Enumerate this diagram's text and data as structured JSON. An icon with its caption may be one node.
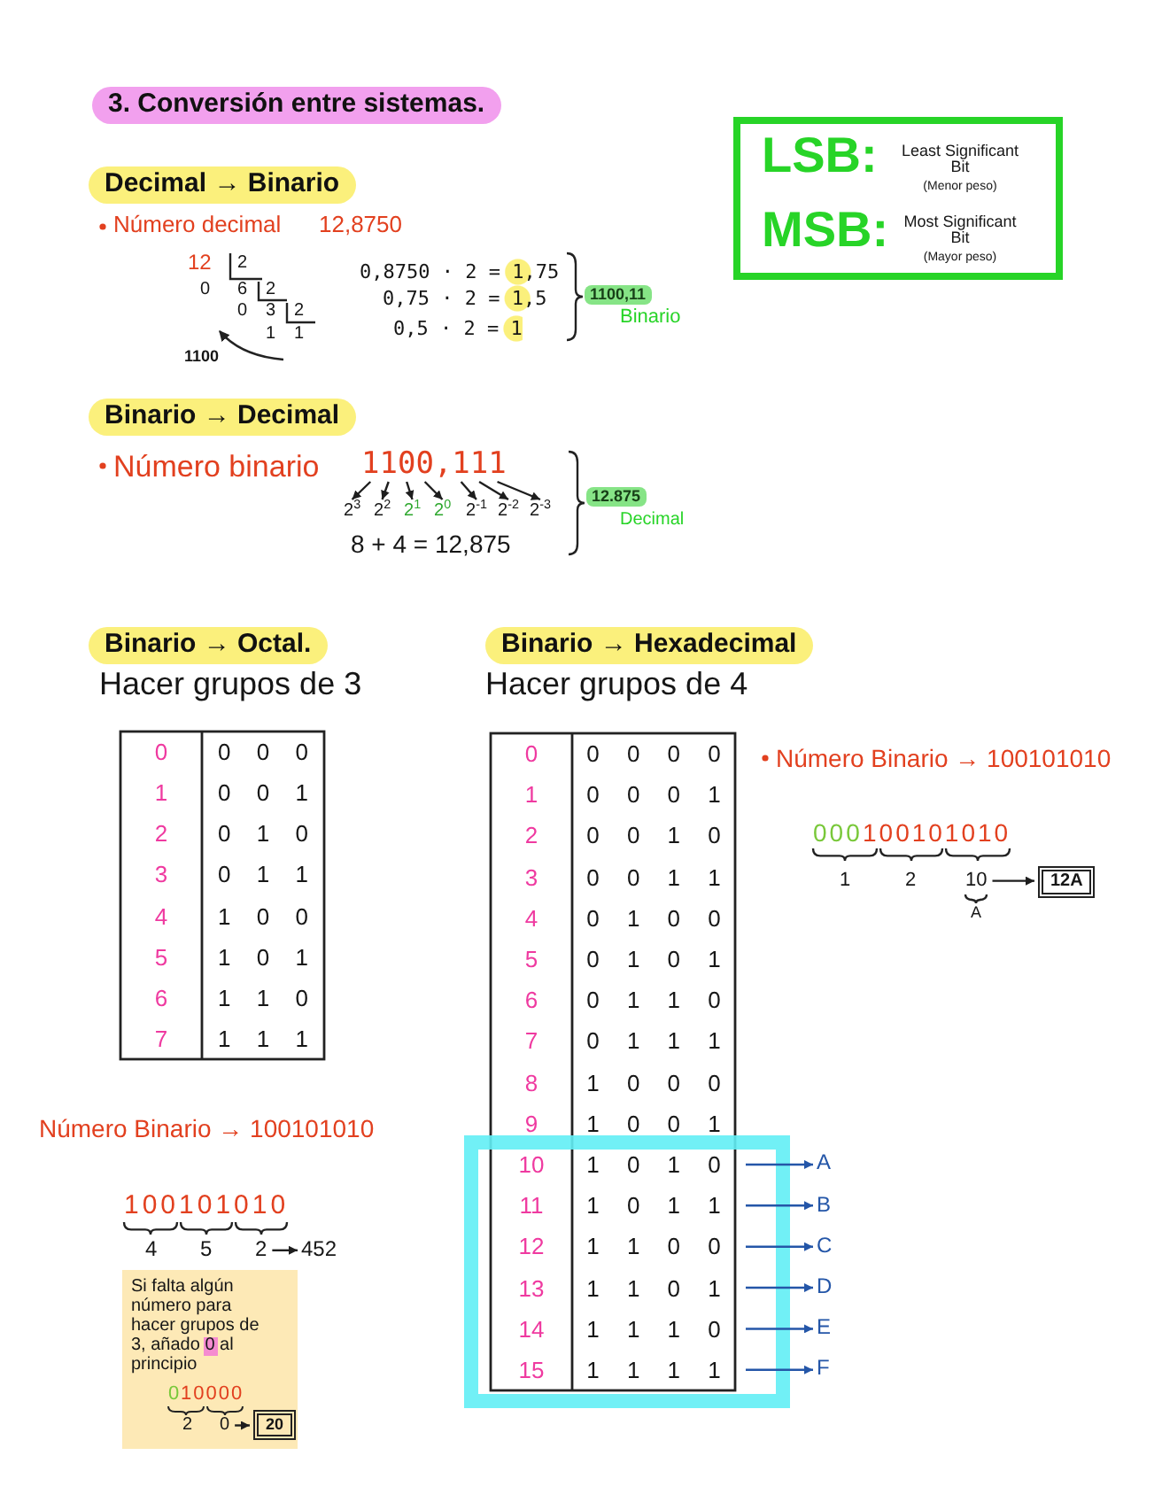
{
  "diagram": {
    "title": "3. Conversión entre sistemas.",
    "nodes": [
      {
        "text": [
          "LSB:",
          "Least Significant Bit",
          "(Menor peso)",
          "MSB:",
          "Most Significant Bit",
          "(Mayor peso)"
        ]
      },
      {
        "text": [
          "Decimal → Binario"
        ]
      },
      {
        "text": [
          "1100,11"
        ],
        "beside": [
          "Binario"
        ]
      },
      {
        "text": [
          "Binario → Decimal"
        ]
      },
      {
        "text": [
          "1100,111"
        ]
      },
      {
        "text": [
          "2$^{3}$"
        ]
      },
      {
        "text": [
          "2$^{2}$"
        ]
      },
      {
        "text": [
          "2$^{1}$"
        ]
      },
      {
        "text": [
          "2$^{0}$"
        ]
      },
      {
        "text": [
          "2$^{-1}$"
        ]
      },
      {
        "text": [
          "2$^{-2}$"
        ]
      },
      {
        "text": [
          "2$^{-3}$"
        ]
      },
      {
        "text": [
          "12.875"
        ],
        "beside": [
          "Decimal"
        ]
      },
      {
        "text": [
          "Binario → Octal."
        ]
      },
      {
        "text": [
          "Binario → Hexadecimal"
        ]
      },
      {
        "text": [
          "1 0 1 0"
        ]
      },
      {
        "text": [
          "A"
        ]
      },
      {
        "text": [
          "1 0 1 1"
        ]
      },
      {
        "text": [
          "B"
        ]
      },
      {
        "text": [
          "1 1 0 0"
        ]
      },
      {
        "text": [
          "C"
        ]
      },
      {
        "text": [
          "1 1 0 1"
        ]
      },
      {
        "text": [
          "D"
        ]
      },
      {
        "text": [
          "1 1 1 0"
        ]
      },
      {
        "text": [
          "E"
        ]
      },
      {
        "text": [
          "1 1 1 1"
        ]
      },
      {
        "text": [
          "F"
        ]
      },
      {
        "text": [
          "10"
        ]
      },
      {
        "text": [
          "12A"
        ]
      },
      {
        "text": [
          "2"
        ]
      },
      {
        "text": [
          "452"
        ]
      },
      {
        "text": [
          "Si falta algún número para hacer grupos de 3, añado 0 al principio",
          "0",
          "10000",
          "2"
        ]
      },
      {
        "text": [
          "0"
        ],
        "in": 31
      },
      {
        "text": [
          "20"
        ],
        "in": 31
      }
    ],
    "edges": [
      {
        "from": 4,
        "to": 5,
        "arrow": "to"
      },
      {
        "from": 4,
        "to": 6,
        "arrow": "to"
      },
      {
        "from": 4,
        "to": 7,
        "arrow": "to"
      },
      {
        "from": 4,
        "to": 8,
        "arrow": "to"
      },
      {
        "from": 4,
        "to": 9,
        "arrow": "to"
      },
      {
        "from": 4,
        "to": 10,
        "arrow": "to"
      },
      {
        "from": 4,
        "to": 11,
        "arrow": "to"
      },
      {
        "from": 15,
        "to": 16,
        "arrow": "to",
        "color": "#2456a8"
      },
      {
        "from": 17,
        "to": 18,
        "arrow": "to",
        "color": "#2456a8"
      },
      {
        "from": 19,
        "to": 20,
        "arrow": "to",
        "color": "#2456a8"
      },
      {
        "from": 21,
        "to": 22,
        "arrow": "to",
        "color": "#2456a8"
      },
      {
        "from": 23,
        "to": 24,
        "arrow": "to",
        "color": "#2456a8"
      },
      {
        "from": 25,
        "to": 26,
        "arrow": "to",
        "color": "#2456a8"
      },
      {
        "from": 27,
        "to": 28,
        "arrow": "to"
      },
      {
        "from": 29,
        "to": 30,
        "arrow": "to"
      },
      {
        "from": 32,
        "to": 33,
        "arrow": "to"
      }
    ],
    "labels": [
      "Número decimal",
      "12,8750",
      "12",
      "2",
      "0",
      "6",
      "2",
      "0",
      "3",
      "2",
      "1",
      "1",
      "1100",
      "0,8750 · 2 = 1,75",
      "0,75 · 2 = 1,5",
      "0,5 · 2 = 1",
      "Número binario",
      "8 + 4 = 12,875",
      "Hacer grupos de 3",
      "Hacer grupos de 4",
      "0",
      "0 0 0",
      "1",
      "0 0 1",
      "2",
      "0 1 0",
      "3",
      "0 1 1",
      "4",
      "1 0 0",
      "5",
      "1 0 1",
      "6",
      "1 1 0",
      "7",
      "1 1 1",
      "0",
      "0 0 0 0",
      "1",
      "0 0 0 1",
      "2",
      "0 0 1 0",
      "3",
      "0 0 1 1",
      "4",
      "0 1 0 0",
      "5",
      "0 1 0 1",
      "6",
      "0 1 1 0",
      "7",
      "0 1 1 1",
      "8",
      "1 0 0 0",
      "9",
      "1 0 0 1",
      "10",
      "11",
      "12",
      "13",
      "14",
      "15",
      "Número Binario → 100101010",
      "000",
      "100101010",
      "1",
      "2",
      "A",
      "Número Binario → 100101010",
      "100101010",
      "4",
      "5"
    ]
  }
}
